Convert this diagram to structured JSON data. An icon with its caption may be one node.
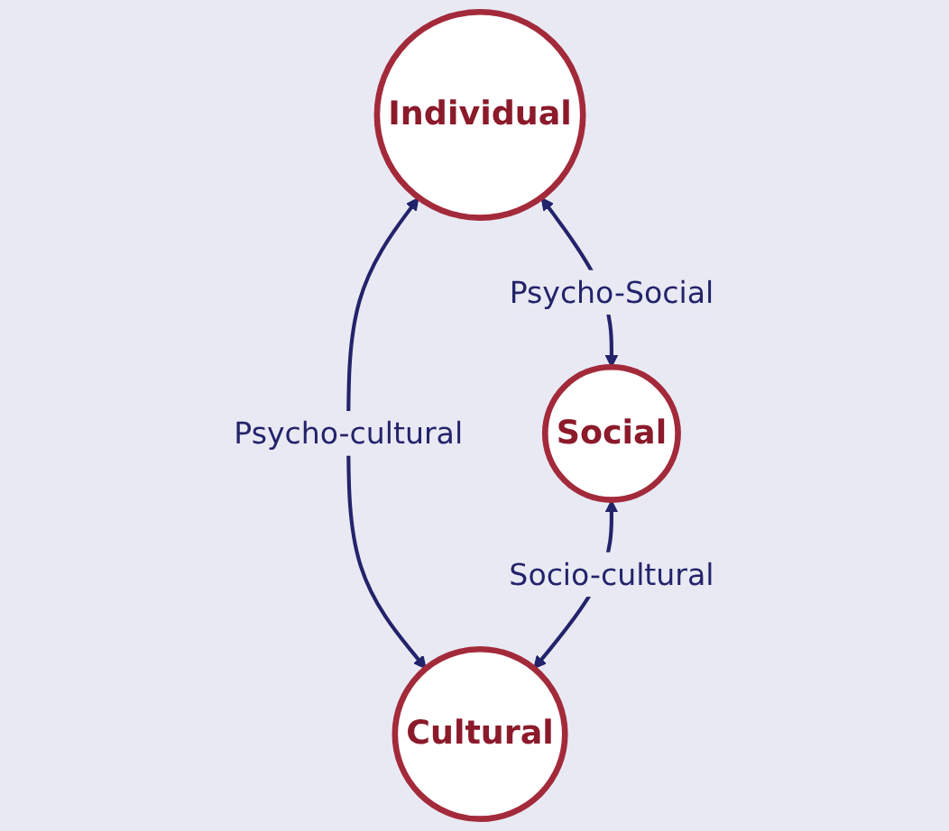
{
  "diagram": {
    "nodes": [
      {
        "text": [
          "Individual"
        ]
      },
      {
        "text": [
          "Social"
        ]
      },
      {
        "text": [
          "Cultural"
        ]
      }
    ],
    "edges": [
      {
        "from": 0,
        "to": 1,
        "arrow": "both",
        "label": "Psycho-Social"
      },
      {
        "from": 0,
        "to": 2,
        "arrow": "both",
        "label": "Psycho-cultural"
      },
      {
        "from": 1,
        "to": 2,
        "arrow": "both",
        "label": "Socio-cultural"
      }
    ]
  }
}
